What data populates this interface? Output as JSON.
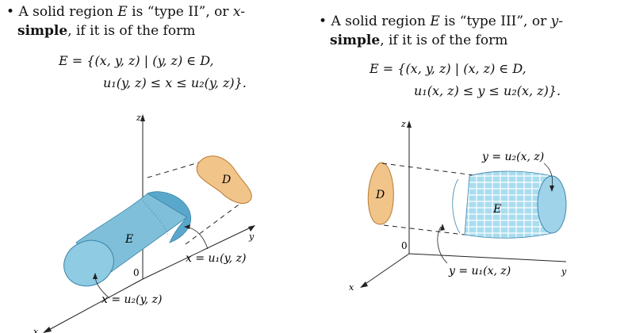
{
  "left": {
    "bullet": "•",
    "intro": "A solid region",
    "region_var": "E",
    "is": "is",
    "type_label": "“type II”, or",
    "axis_prefix": "x-",
    "simple_bold": "simple",
    "tail": ", if it is of the form",
    "formula_line1": "E = {(x, y, z) | (y, z) ∈ D,",
    "formula_line2": "u₁(y, z) ≤ x ≤ u₂(y, z)}.",
    "figure": {
      "axis_z": "z",
      "axis_y": "y",
      "axis_x": "x",
      "origin": "0",
      "region_D": "D",
      "region_E": "E",
      "label_u1": "x = u₁(y, z)",
      "label_u2": "x = u₂(y, z)"
    }
  },
  "right": {
    "bullet": "•",
    "intro": "A solid region",
    "region_var": "E",
    "is": "is",
    "type_label": "“type III”, or",
    "axis_prefix": "y-",
    "simple_bold": "simple",
    "tail": ", if it is of the form",
    "formula_line1": "E = {(x, y, z) | (x, z) ∈ D,",
    "formula_line2": "u₁(x, z) ≤ y ≤ u₂(x, z)}.",
    "figure": {
      "axis_z": "z",
      "axis_y": "y",
      "axis_x": "x",
      "origin": "0",
      "region_D": "D",
      "region_E": "E",
      "label_u1": "y = u₁(x, z)",
      "label_u2": "y = u₂(x, z)"
    }
  },
  "colors": {
    "solid_fill": "#7fbfd9",
    "solid_dark": "#4f9cc0",
    "region_D_fill": "#f1c48a",
    "region_D_stroke": "#b97a32",
    "axis": "#222222"
  }
}
